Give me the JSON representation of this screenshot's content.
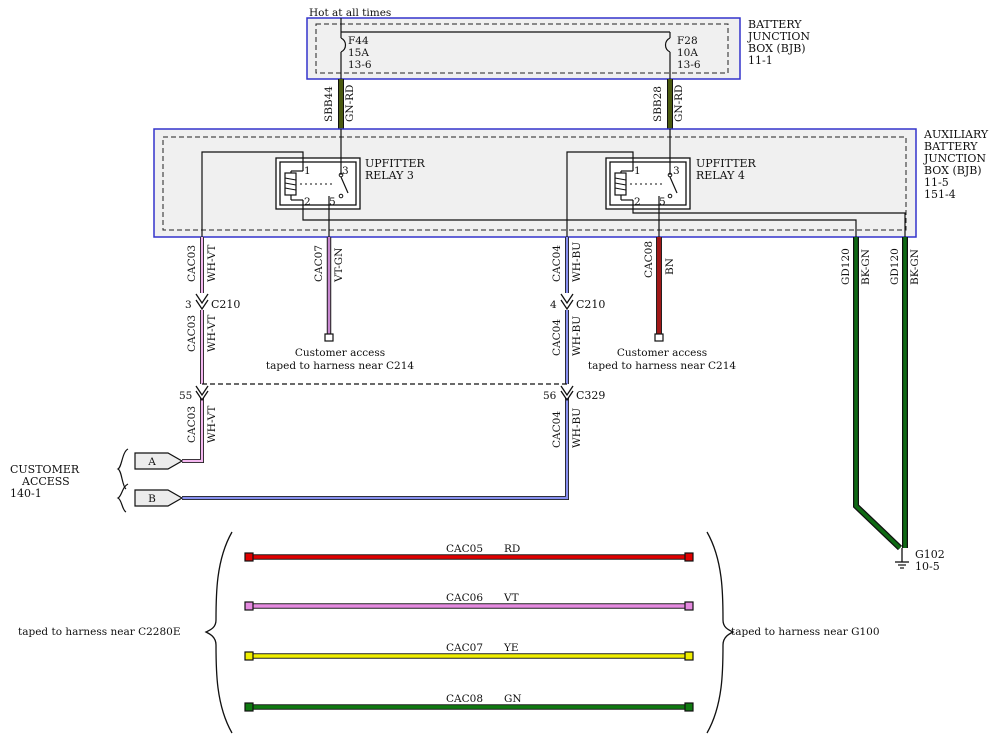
{
  "hot_label": "Hot at all times",
  "bjb": {
    "name": [
      "BATTERY",
      "JUNCTION",
      "BOX (BJB)"
    ],
    "ref": "11-1"
  },
  "abjb": {
    "name": [
      "AUXILIARY",
      "BATTERY",
      "JUNCTION",
      "BOX (BJB)"
    ],
    "refs": [
      "11-5",
      "151-4"
    ]
  },
  "fuses": [
    {
      "id": "F44",
      "amps": "15A",
      "ref": "13-6"
    },
    {
      "id": "F28",
      "amps": "10A",
      "ref": "13-6"
    }
  ],
  "feed_wires": [
    {
      "circuit": "SBB44",
      "color": "GN-RD"
    },
    {
      "circuit": "SBB28",
      "color": "GN-RD"
    }
  ],
  "relays": [
    {
      "name": [
        "UPFITTER",
        "RELAY 3"
      ],
      "pins": [
        "1",
        "3",
        "2",
        "5"
      ]
    },
    {
      "name": [
        "UPFITTER",
        "RELAY 4"
      ],
      "pins": [
        "1",
        "3",
        "2",
        "5"
      ]
    }
  ],
  "wires": {
    "cac03": {
      "circuit": "CAC03",
      "color": "WH-VT"
    },
    "cac04": {
      "circuit": "CAC04",
      "color": "WH-BU"
    },
    "cac07": {
      "circuit": "CAC07",
      "color": "VT-GN"
    },
    "cac08": {
      "circuit": "CAC08",
      "color": "BN"
    },
    "gd120a": {
      "circuit": "GD120",
      "color": "BK-GN"
    },
    "gd120b": {
      "circuit": "GD120",
      "color": "BK-GN"
    }
  },
  "connectors": {
    "c210_left": {
      "pin": "3",
      "name": "C210"
    },
    "c210_right": {
      "pin": "4",
      "name": "C210"
    },
    "c329_left": {
      "pin": "55"
    },
    "c329_right": {
      "pin": "56",
      "name": "C329"
    }
  },
  "customer_access_notes": [
    [
      "Customer access",
      "taped to harness near C214"
    ],
    [
      "Customer access",
      "taped to harness near C214"
    ]
  ],
  "customer_access": {
    "label": [
      "CUSTOMER",
      "ACCESS"
    ],
    "ref": "140-1",
    "pins": [
      "A",
      "B"
    ]
  },
  "ground": {
    "name": "G102",
    "ref": "10-5"
  },
  "spare_wires": [
    {
      "circuit": "CAC05",
      "color": "RD",
      "hex": "#e00000"
    },
    {
      "circuit": "CAC06",
      "color": "VT",
      "hex": "#e58ae0"
    },
    {
      "circuit": "CAC07",
      "color": "YE",
      "hex": "#f0ee00"
    },
    {
      "circuit": "CAC08",
      "color": "GN",
      "hex": "#0f7a10"
    }
  ],
  "spare_notes": {
    "left": "taped to harness near C2280E",
    "right": "taped to harness near G100"
  },
  "colors": {
    "box_border": "#3333cc",
    "box_fill": "#f0f0f0",
    "gn_rd": "#4a5a10",
    "bn": "#a01818",
    "bk_gn": "#0a3a0a"
  }
}
